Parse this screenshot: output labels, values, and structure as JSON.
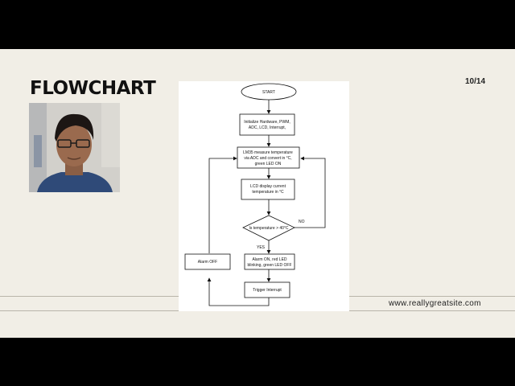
{
  "slide": {
    "title": "FLOWCHART",
    "page_counter": "10/14",
    "website": "www.reallygreatsite.com"
  },
  "webcam": {
    "description_icon": "presenter-video-icon"
  },
  "flowchart": {
    "start": "START",
    "init": [
      "Initialize Hardware, PWM,",
      "ADC, LCD, Interrupt,"
    ],
    "measure": [
      "LM35 measure temperature",
      "via ADC and convert in °C,",
      "green LED ON"
    ],
    "display": [
      "LCD display current",
      "temperature in °C"
    ],
    "decision": "Is temperature > 40°C",
    "no_label": "NO",
    "yes_label": "YES",
    "alarm_on": [
      "Alarm ON, red LED",
      "blinking, green LED OFF"
    ],
    "trigger": "Trigger Interrupt",
    "alarm_off": "Alarm OFF"
  },
  "colors": {
    "background": "#f1eee6",
    "letterbox": "#000000",
    "text": "#111111"
  }
}
